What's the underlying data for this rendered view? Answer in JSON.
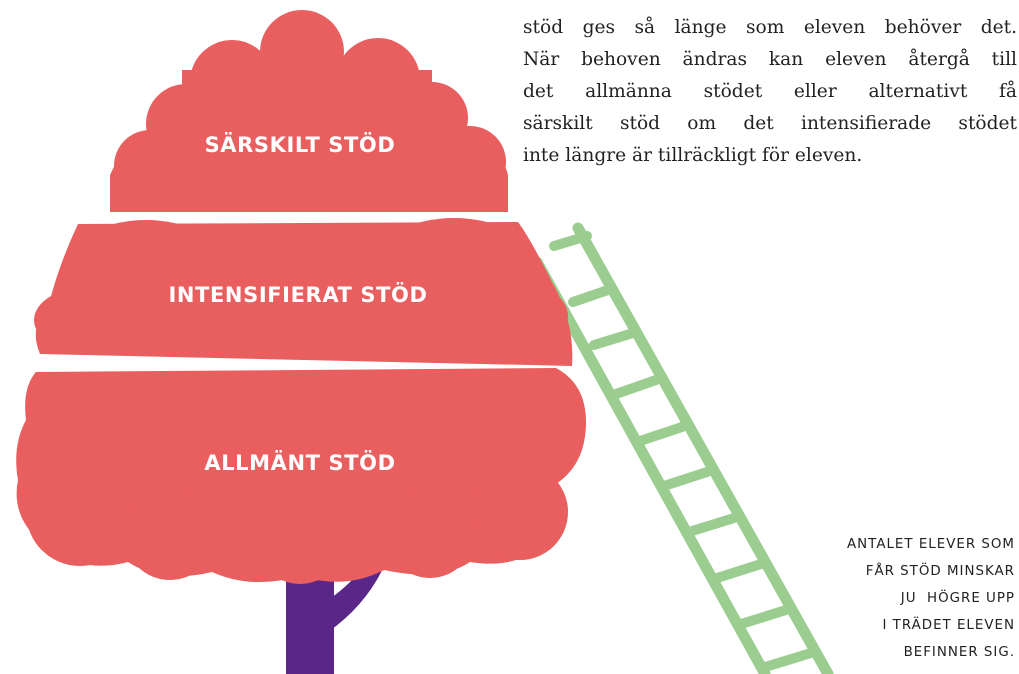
{
  "tree": {
    "tiers": [
      {
        "label": "SÄRSKILT STÖD"
      },
      {
        "label": "INTENSIFIERAT STÖD"
      },
      {
        "label": "ALLMÄNT STÖD"
      }
    ]
  },
  "body_text": {
    "lines": [
      "stöd ges så länge som eleven behöver det.",
      "När behoven ändras kan eleven återgå till",
      "det allmänna stödet eller alternativt få",
      "särskilt stöd om det intensifierade stödet",
      "inte längre är tillräckligt för eleven."
    ]
  },
  "caption": {
    "lines": [
      "ANTALET ELEVER SOM",
      "FÅR STÖD MINSKAR",
      "JU  HÖGRE UPP",
      "I TRÄDET ELEVEN",
      "BEFINNER SIG."
    ]
  },
  "colors": {
    "canopy": "#e95e5f",
    "trunk": "#5a2788",
    "ladder": "#9acd8f",
    "text": "#222222"
  }
}
